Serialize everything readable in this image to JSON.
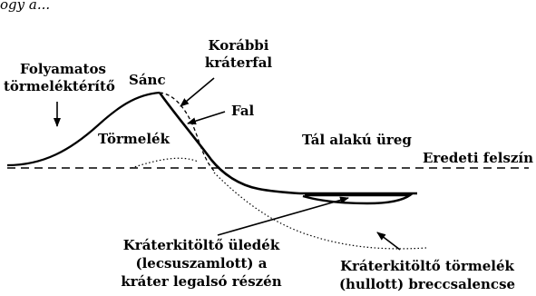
{
  "caption_fragment": "ogy a...",
  "labels": {
    "folyamatos_line1": "Folyamatos",
    "folyamatos_line2": "törmeléktérítő",
    "sanc": "Sánc",
    "korabbi_line1": "Korábbi",
    "korabbi_line2": "kráterfal",
    "fal": "Fal",
    "tormelek": "Törmelék",
    "tal_alaku_ureg": "Tál alakú üreg",
    "eredeti_felszin": "Eredeti felszín",
    "uledek_line1": "Kráterkitöltő üledék",
    "uledek_line2": "(lecsuszamlott) a",
    "uledek_line3": "kráter legalsó részén",
    "breccsa_line1": "Kráterkitöltő törmelék",
    "breccsa_line2": "(hullott) breccsalencse"
  },
  "colors": {
    "ink": "#000000",
    "background": "#ffffff"
  }
}
